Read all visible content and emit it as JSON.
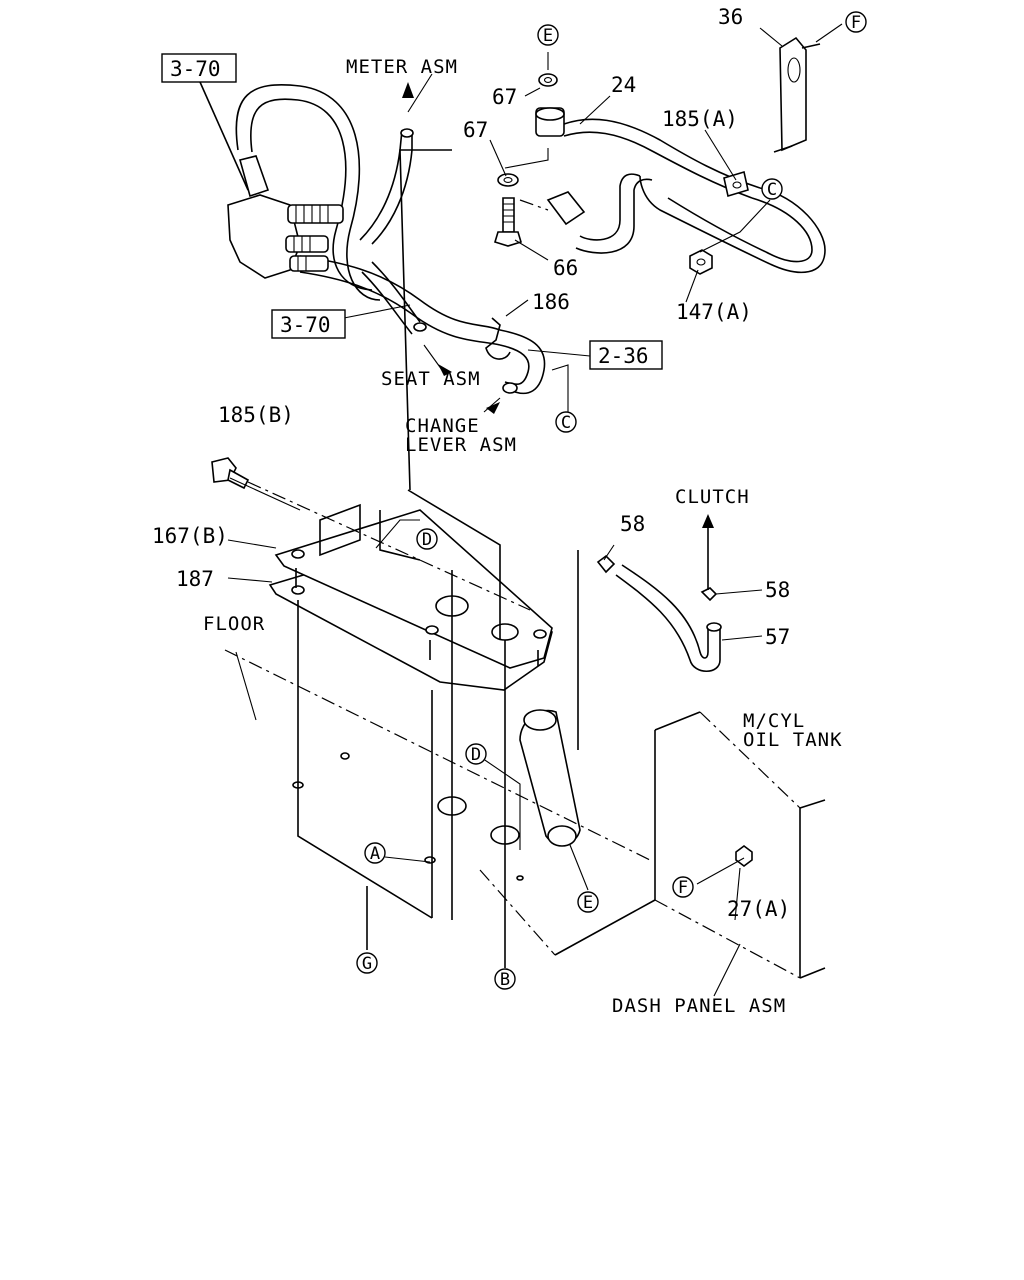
{
  "labels": {
    "meter_asm": "METER ASM",
    "seat_asm": "SEAT ASM",
    "change_lever_1": "CHANGE",
    "change_lever_2": "LEVER ASM",
    "clutch": "CLUTCH",
    "floor": "FLOOR",
    "mcyl_1": "M/CYL",
    "mcyl_2": "OIL TANK",
    "dash_panel": "DASH PANEL ASM"
  },
  "refs": {
    "r370a": "3-70",
    "r370b": "3-70",
    "r236": "2-36"
  },
  "parts": {
    "p36": "36",
    "p24": "24",
    "p67a": "67",
    "p67b": "67",
    "p185a": "185(A)",
    "p66": "66",
    "p147a": "147(A)",
    "p186": "186",
    "p185b": "185(B)",
    "p167b": "167(B)",
    "p187": "187",
    "p58a": "58",
    "p58b": "58",
    "p57": "57",
    "p27a": "27(A)"
  },
  "circles": {
    "e_top": "E",
    "f_top": "F",
    "c_right": "C",
    "c_mid": "C",
    "d_plate": "D",
    "d_low": "D",
    "a_low": "A",
    "e_low": "E",
    "f_low": "F",
    "g_low": "G",
    "b_low": "B"
  }
}
